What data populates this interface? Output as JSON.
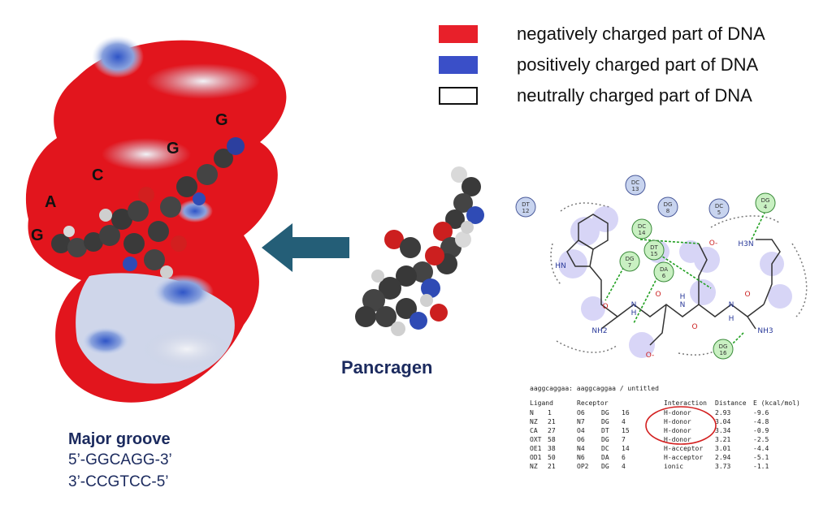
{
  "legend": [
    {
      "label": "negatively charged part of DNA",
      "color": "#e8202a",
      "style": "filled"
    },
    {
      "label": "positively charged part of DNA",
      "color": "#3a4fc8",
      "style": "filled"
    },
    {
      "label": "neutrally charged part of DNA",
      "color": "#ffffff",
      "style": "outline"
    }
  ],
  "dna_letters": [
    "G",
    "G",
    "C",
    "A",
    "G"
  ],
  "caption": {
    "title": "Major groove",
    "seq1": "5’-GGCAGG-3’",
    "seq2": "3’-CCGTCC-5’"
  },
  "molecule_label": "Pancragen",
  "interaction_map": {
    "residues": [
      {
        "name": "DT",
        "num": "12"
      },
      {
        "name": "DC",
        "num": "13"
      },
      {
        "name": "DG",
        "num": "8"
      },
      {
        "name": "DC",
        "num": "5"
      },
      {
        "name": "DG",
        "num": "4"
      },
      {
        "name": "DC",
        "num": "14"
      },
      {
        "name": "DT",
        "num": "15"
      },
      {
        "name": "DA",
        "num": "6"
      },
      {
        "name": "DG",
        "num": "7"
      },
      {
        "name": "DG",
        "num": "16"
      }
    ],
    "atom_labels": [
      "HN",
      "NH2",
      "N",
      "H",
      "N",
      "H",
      "N",
      "H",
      "O",
      "O",
      "O",
      "O",
      "O-",
      "O-",
      "H3N",
      "NH3"
    ]
  },
  "table": {
    "title": "aaggcaggaa: aaggcaggaa / untitled",
    "headers": [
      "Ligand",
      "Receptor",
      "Interaction",
      "Distance",
      "E (kcal/mol)"
    ],
    "rows": [
      {
        "l_atom": "N",
        "l_num": "1",
        "r_atom": "O6",
        "r_res": "DG",
        "r_num": "16",
        "interaction": "H-donor",
        "distance": "2.93",
        "energy": "-9.6"
      },
      {
        "l_atom": "NZ",
        "l_num": "21",
        "r_atom": "N7",
        "r_res": "DG",
        "r_num": "4",
        "interaction": "H-donor",
        "distance": "3.04",
        "energy": "-4.8"
      },
      {
        "l_atom": "CA",
        "l_num": "27",
        "r_atom": "O4",
        "r_res": "DT",
        "r_num": "15",
        "interaction": "H-donor",
        "distance": "3.34",
        "energy": "-0.9"
      },
      {
        "l_atom": "OXT",
        "l_num": "58",
        "r_atom": "O6",
        "r_res": "DG",
        "r_num": "7",
        "interaction": "H-donor",
        "distance": "3.21",
        "energy": "-2.5"
      },
      {
        "l_atom": "OE1",
        "l_num": "38",
        "r_atom": "N4",
        "r_res": "DC",
        "r_num": "14",
        "interaction": "H-acceptor",
        "distance": "3.01",
        "energy": "-4.4"
      },
      {
        "l_atom": "OD1",
        "l_num": "50",
        "r_atom": "N6",
        "r_res": "DA",
        "r_num": "6",
        "interaction": "H-acceptor",
        "distance": "2.94",
        "energy": "-5.1"
      },
      {
        "l_atom": "NZ",
        "l_num": "21",
        "r_atom": "OP2",
        "r_res": "DG",
        "r_num": "4",
        "interaction": "ionic",
        "distance": "3.73",
        "energy": "-1.1"
      }
    ]
  }
}
